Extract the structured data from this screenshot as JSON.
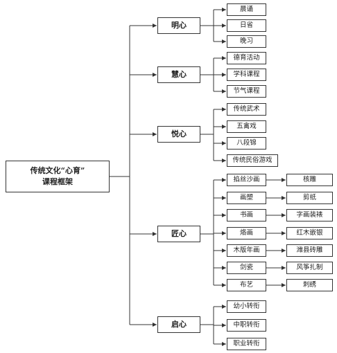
{
  "root": {
    "line1": "传统文化“心育”",
    "line2": "课程框架"
  },
  "categories": [
    {
      "name": "明心",
      "items": [
        {
          "label": "晨诵"
        },
        {
          "label": "日省"
        },
        {
          "label": "晚习"
        }
      ]
    },
    {
      "name": "慧心",
      "items": [
        {
          "label": "德育活动"
        },
        {
          "label": "学科课程"
        },
        {
          "label": "节气课程"
        }
      ]
    },
    {
      "name": "悦心",
      "items": [
        {
          "label": "传统武术"
        },
        {
          "label": "五禽戏"
        },
        {
          "label": "八段锦"
        },
        {
          "label": "传统民俗游戏"
        }
      ]
    },
    {
      "name": "匠心",
      "items": [
        {
          "label": "掐丝沙画",
          "sub": "核雕"
        },
        {
          "label": "画塑",
          "sub": "剪纸"
        },
        {
          "label": "书画",
          "sub": "字画装裱"
        },
        {
          "label": "烙画",
          "sub": "红木嵌银"
        },
        {
          "label": "木版年画",
          "sub": "潍县砖雕"
        },
        {
          "label": "剑瓷",
          "sub": "风筝扎制"
        },
        {
          "label": "布艺",
          "sub": "刺绣"
        }
      ]
    },
    {
      "name": "启心",
      "items": [
        {
          "label": "幼小转衔"
        },
        {
          "label": "中职转衔"
        },
        {
          "label": "职业转衔"
        }
      ]
    }
  ],
  "colors": {
    "line": "#333333",
    "box_border": "#333333",
    "background": "#ffffff"
  }
}
